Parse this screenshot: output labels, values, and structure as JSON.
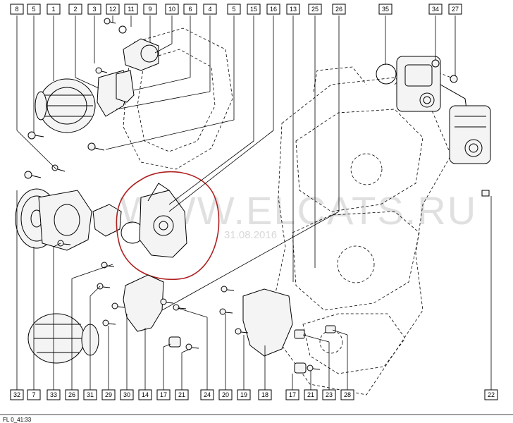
{
  "watermark": {
    "text": "WWW.ELCATS.RU",
    "date": "31.08.2016"
  },
  "footer": {
    "text": "FL 0_41:33"
  },
  "highlight_color": "#b02020",
  "callouts_top": [
    "8",
    "5",
    "1",
    "2",
    "3",
    "12",
    "11",
    "9",
    "10",
    "6",
    "4",
    "5",
    "15",
    "16",
    "13",
    "25",
    "26",
    "35",
    "34",
    "27"
  ],
  "callouts_bottom": [
    "32",
    "7",
    "33",
    "26",
    "31",
    "29",
    "30",
    "14",
    "17",
    "21",
    "24",
    "20",
    "19",
    "18",
    "17",
    "21",
    "23",
    "28",
    "22"
  ],
  "callout_highlighted": "13",
  "icons": [
    "alternator",
    "oil-pump",
    "pulley",
    "bracket",
    "o-ring",
    "engine-block",
    "fuel-pump",
    "bolt",
    "nut"
  ]
}
